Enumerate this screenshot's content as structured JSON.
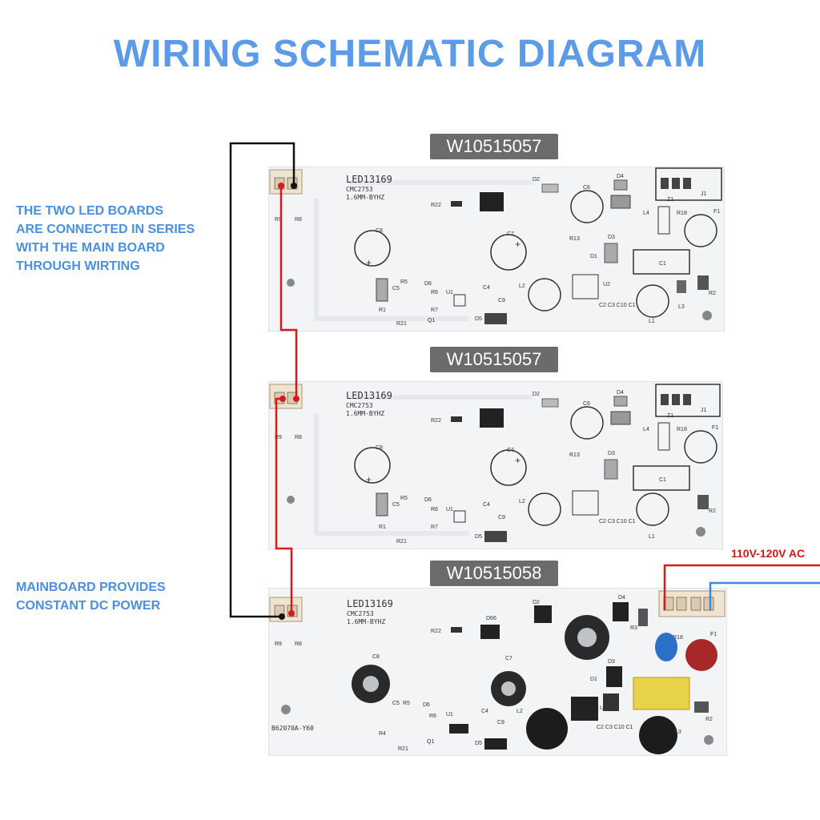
{
  "title": "WIRING SCHEMATIC DIAGRAM",
  "notes": {
    "series": "THE TWO LED BOARDS\nARE CONNECTED IN SERIES\nWITH THE MAIN BOARD\nTHROUGH WIRTING",
    "mainboard": "MAINBOARD PROVIDES\nCONSTANT DC POWER"
  },
  "boards": [
    {
      "part_number": "W10515057",
      "silk_title": "LED13169",
      "silk_code": "CMC2753",
      "silk_spec": "1.6MM-BYHZ"
    },
    {
      "part_number": "W10515057",
      "silk_title": "LED13169",
      "silk_code": "CMC2753",
      "silk_spec": "1.6MM-BYHZ"
    },
    {
      "part_number": "W10515058",
      "silk_title": "LED13169",
      "silk_code": "CMC2753",
      "silk_spec": "1.6MM-BYHZ",
      "silk_footer": "B62070A-Y60"
    }
  ],
  "silk_refs": {
    "r9": "R9",
    "r8": "R8",
    "r22": "R22",
    "c8": "C8",
    "c7": "C7",
    "c6": "C6",
    "d2": "D2",
    "d4": "D4",
    "z1": "Z1",
    "r18": "R18",
    "j1": "J1",
    "f1": "F1",
    "l4": "L4",
    "r13": "R13",
    "d3": "D3",
    "d1": "D1",
    "c1": "C1",
    "l2": "L2",
    "u2": "U2",
    "r2": "R2",
    "l3": "L3",
    "l1": "L1",
    "c2c3": "C2 C3 C10 C1",
    "c5": "C5",
    "r5": "R5",
    "d6": "D6",
    "r6": "R6",
    "u1": "U1",
    "c4": "C4",
    "r7": "R7",
    "c9": "C9",
    "r1": "R1",
    "r21": "R21",
    "q1": "Q1",
    "d5": "D5",
    "d66": "D66",
    "r3": "R3",
    "r4": "R4"
  },
  "power_input": "110V-120V AC",
  "colors": {
    "title": "#5b9be8",
    "notes": "#4a8fe0",
    "label_bg": "#6b6b6b",
    "wire_red": "#d41c1c",
    "wire_black": "#111111",
    "wire_blue": "#3f86de",
    "ac_label": "#d01818",
    "board": "#f2f4f6"
  }
}
